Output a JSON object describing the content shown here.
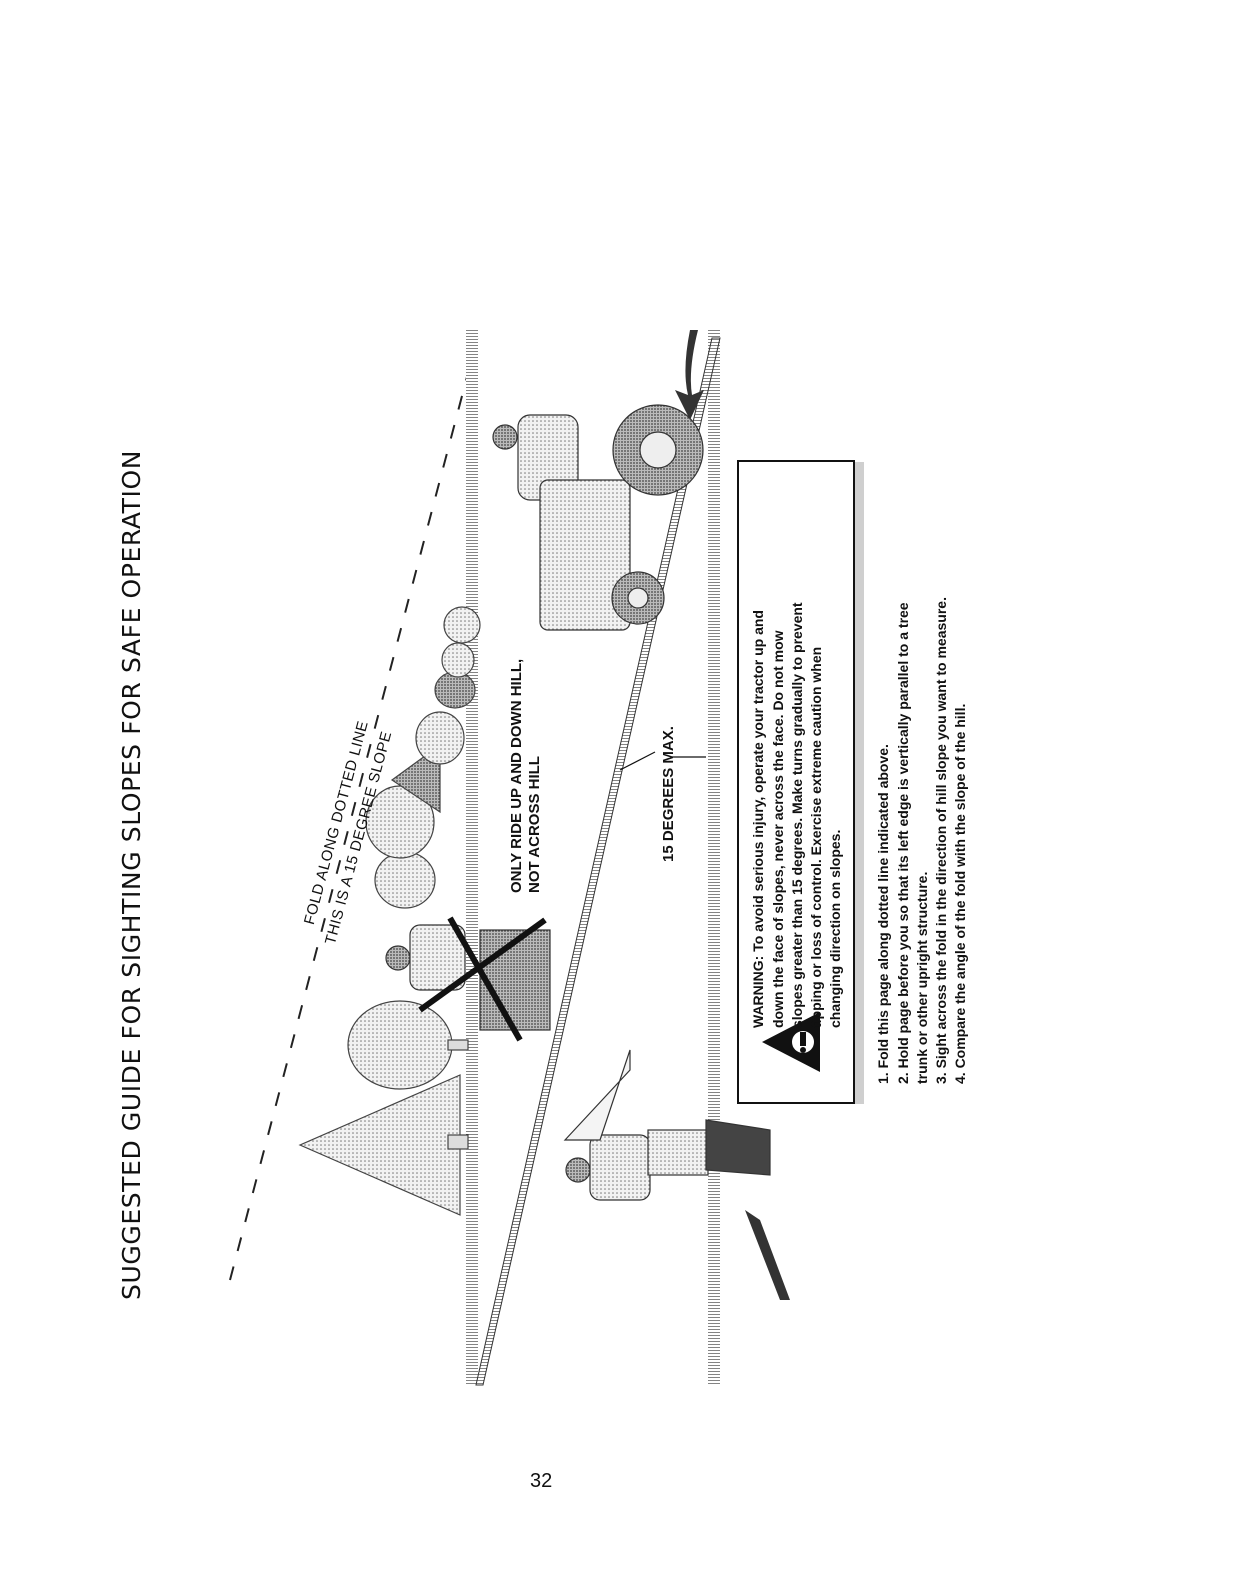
{
  "title": "SUGGESTED GUIDE FOR SIGHTING SLOPES FOR SAFE OPERATION",
  "fold_label": "FOLD ALONG DOTTED LINE",
  "slope_label": "THIS IS A 15 DEGREE SLOPE",
  "ride_instruction": [
    "ONLY RIDE UP AND DOWN HILL,",
    "NOT ACROSS HILL"
  ],
  "max_angle": "15 DEGREES MAX.",
  "warning_lines": [
    "WARNING: To avoid serious injury, operate your tractor up and",
    "down the face of slopes, never across the face. Do not mow",
    "slopes greater than 15 degrees. Make turns gradually to prevent",
    "tipping or loss of control. Exercise extreme caution when",
    "changing direction on slopes."
  ],
  "steps": [
    "1. Fold this page along dotted line indicated above.",
    "2. Hold page before you so that its left edge is vertically parallel to a tree",
    "trunk or other upright structure.",
    "3. Sight across the fold in the direction of hill slope you want to measure.",
    "4. Compare the angle of the fold with the slope of the hill."
  ],
  "page_number": "32"
}
